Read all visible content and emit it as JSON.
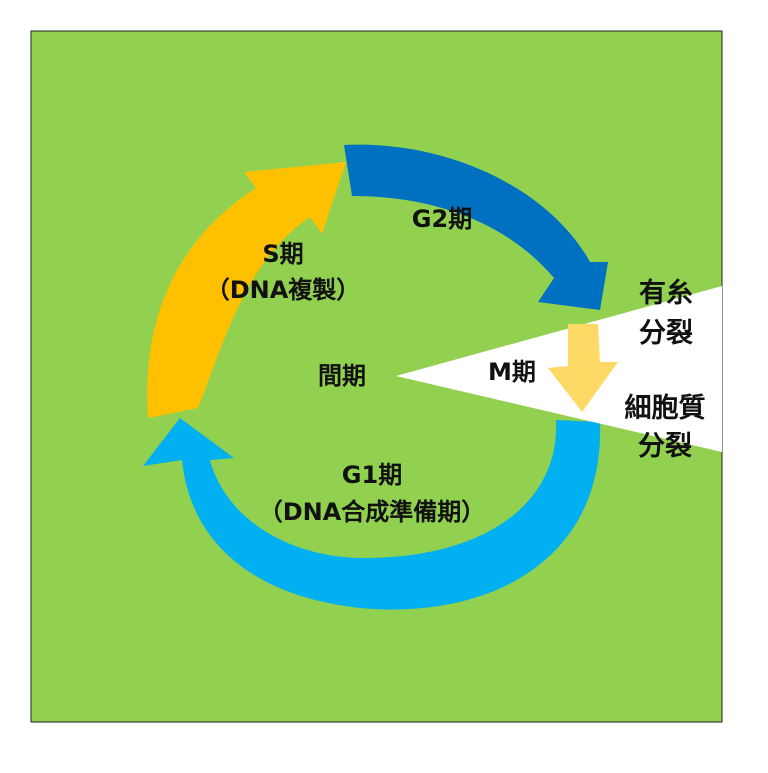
{
  "phases": {
    "s": {
      "line1": "S期",
      "line2": "（DNA複製）"
    },
    "g2": {
      "label": "G2期"
    },
    "g1": {
      "line1": "G1期",
      "line2": "（DNA合成準備期）"
    },
    "interphase": {
      "label": "間期"
    },
    "m": {
      "label": "M期"
    }
  },
  "m_phase_steps": {
    "mitosis": {
      "line1": "有糸",
      "line2": "分裂"
    },
    "cytokinesis": {
      "line1": "細胞質",
      "line2": "分裂"
    }
  },
  "colors": {
    "background": "#92d050",
    "s_phase": "#ffc000",
    "g2_phase": "#0070c0",
    "g1_phase": "#00b0f0",
    "m_phase": "#ffd966",
    "wedge": "#ffffff"
  }
}
